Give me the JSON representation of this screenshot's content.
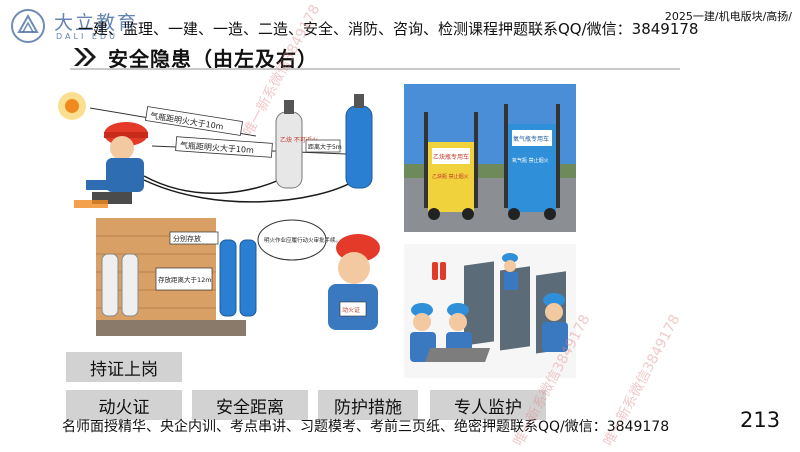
{
  "logo": {
    "name": "大立教育",
    "subtitle": "DALI EDU"
  },
  "header": {
    "course_line": "一建、监理、一建、一造、二造、安全、消防、咨询、检测课程押题联系QQ/微信：3849178",
    "series_tag": "2025一建/机电版块/高扬/"
  },
  "slide": {
    "title": "安全隐患（由左及右）"
  },
  "illustrations": {
    "welding_scene": {
      "cylinder_distance_1": "气瓶距明火大于10m",
      "cylinder_distance_2": "气瓶距明火大于10m",
      "acetylene_cylinder_text": "乙炔 不可近火",
      "spacing_label": "距离大于5m"
    },
    "storage_scene": {
      "separate_storage": "分别存放",
      "storage_distance": "存放距离大于12m",
      "speech_bubble": "明火作业应履行动火审批手续。",
      "permit_badge": "动火证"
    },
    "cylinder_cart_photo": {
      "left_sign": "乙炔瓶专用车",
      "right_sign": "氧气瓶专用车",
      "left_warning": "乙炔瓶 禁止烟火",
      "right_warning": "氧气瓶 禁止烟火"
    }
  },
  "keywords": {
    "certified": "持证上岗",
    "hot_work_permit": "动火证",
    "safe_distance": "安全距离",
    "protection": "防护措施",
    "supervision": "专人监护"
  },
  "footer": {
    "text": "名师面授精华、央企内训、考点串讲、习题模考、考前三页纸、绝密押题联系QQ/微信：3849178",
    "page": "213"
  },
  "watermarks": [
    "唯一新系微信3849178",
    "唯一新系微信3849178",
    "唯一新系微信3849178"
  ],
  "colors": {
    "title_arrow": "#1a1a1a",
    "label_bg": "#d2d2d2",
    "logo": "#4a6fa5",
    "watermark": "#e08a8a"
  }
}
